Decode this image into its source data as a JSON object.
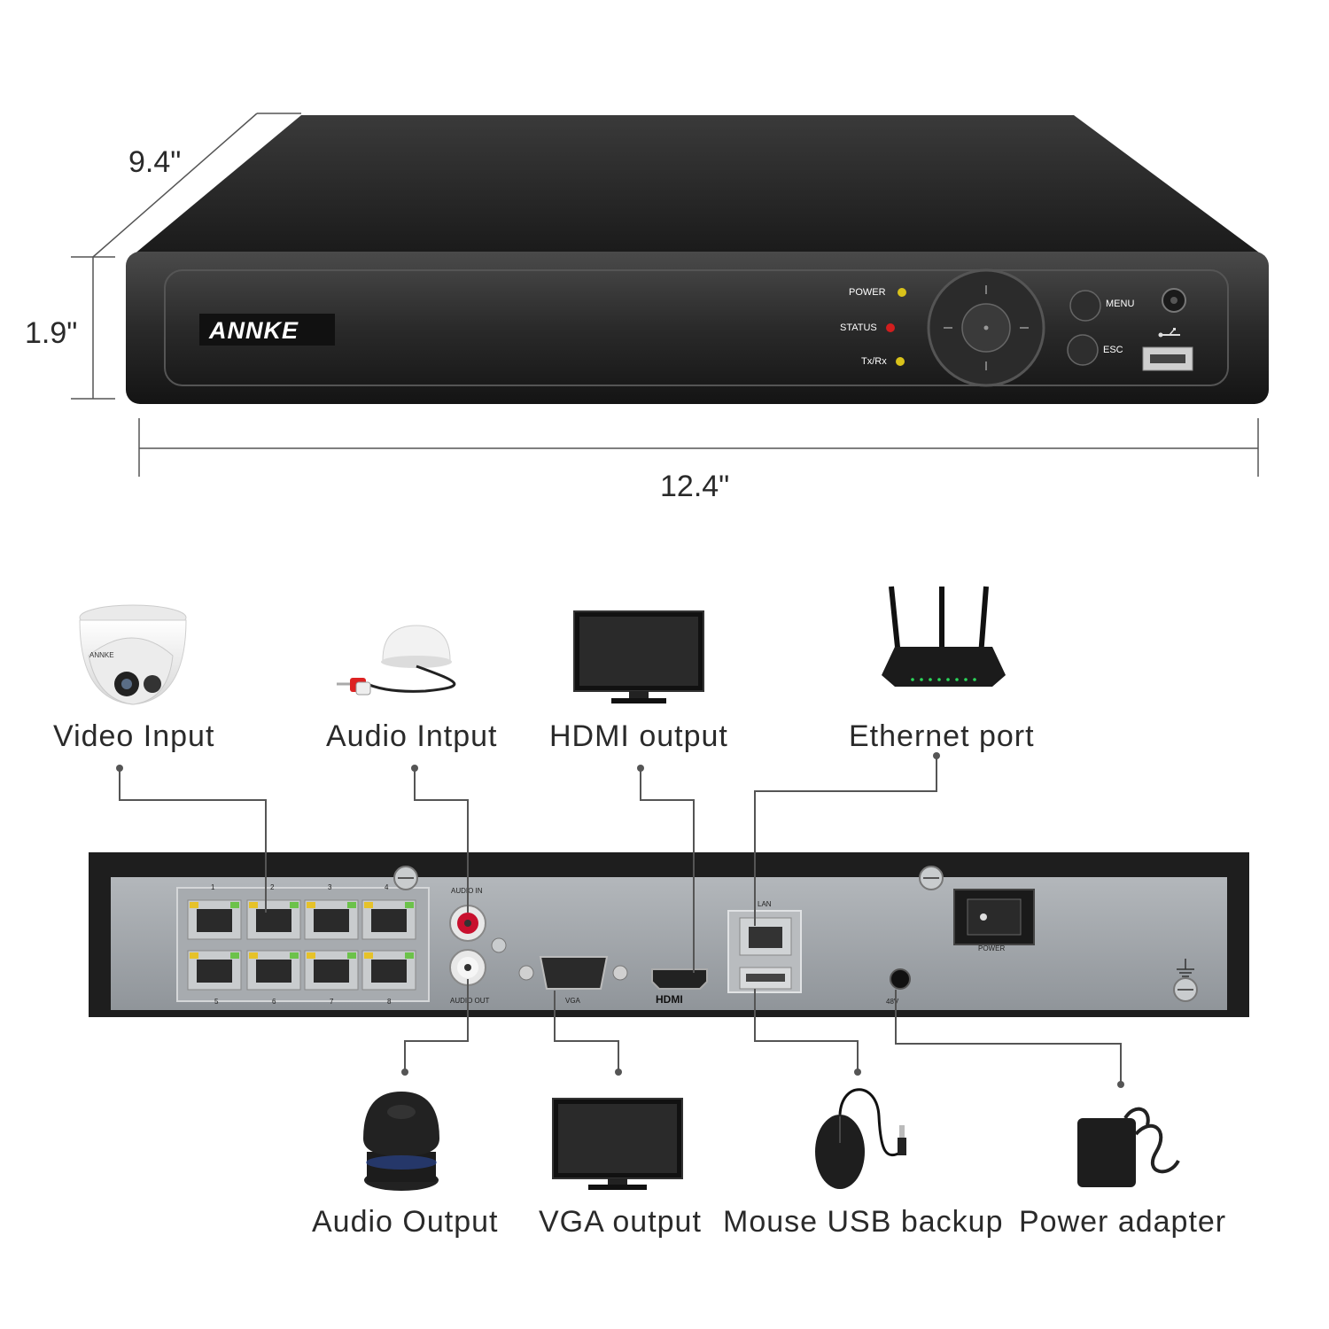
{
  "dimensions": {
    "depth": "9.4\"",
    "height": "1.9\"",
    "width": "12.4\""
  },
  "front_panel": {
    "brand": "ANNKE",
    "indicators": [
      "POWER",
      "STATUS",
      "Tx/Rx"
    ],
    "buttons": {
      "menu": "MENU",
      "esc": "ESC"
    }
  },
  "rear_panel": {
    "port_numbers_top": [
      "1",
      "2",
      "3",
      "4"
    ],
    "port_numbers_bottom": [
      "5",
      "6",
      "7",
      "8"
    ],
    "audio_in": "AUDIO IN",
    "audio_out": "AUDIO OUT",
    "vga": "VGA",
    "hdmi": "HDMI",
    "lan": "LAN",
    "power": "POWER",
    "dc": "48V"
  },
  "peripherals_top": [
    "Video Input",
    "Audio Intput",
    "HDMI output",
    "Ethernet port"
  ],
  "peripherals_bottom": [
    "Audio Output",
    "VGA output",
    "Mouse USB backup",
    "Power adapter"
  ],
  "colors": {
    "device_body": "#1e1e1e",
    "rear_plate": "#9ea3a8",
    "led_power": "#d9c21a",
    "led_status": "#d21e1e",
    "audio_in_ring": "#c8102e"
  }
}
